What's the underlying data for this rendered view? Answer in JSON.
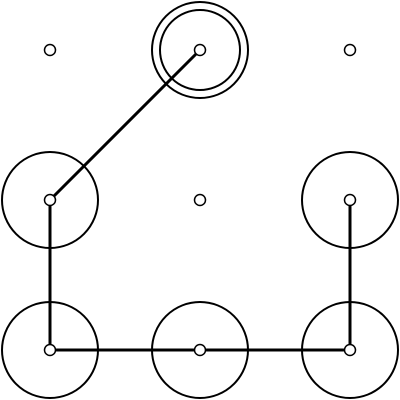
{
  "pattern_lock": {
    "grid": {
      "rows": 3,
      "cols": 3
    },
    "colors": {
      "stroke": "#000000",
      "background": "#ffffff"
    },
    "nodes": [
      {
        "id": 1,
        "row": 0,
        "col": 0,
        "selected": false,
        "current": false
      },
      {
        "id": 2,
        "row": 0,
        "col": 1,
        "selected": true,
        "current": true
      },
      {
        "id": 3,
        "row": 0,
        "col": 2,
        "selected": false,
        "current": false
      },
      {
        "id": 4,
        "row": 1,
        "col": 0,
        "selected": true,
        "current": false
      },
      {
        "id": 5,
        "row": 1,
        "col": 1,
        "selected": false,
        "current": false
      },
      {
        "id": 6,
        "row": 1,
        "col": 2,
        "selected": true,
        "current": false
      },
      {
        "id": 7,
        "row": 2,
        "col": 0,
        "selected": true,
        "current": false
      },
      {
        "id": 8,
        "row": 2,
        "col": 1,
        "selected": true,
        "current": false
      },
      {
        "id": 9,
        "row": 2,
        "col": 2,
        "selected": true,
        "current": false
      }
    ],
    "path": [
      6,
      9,
      8,
      7,
      4,
      2
    ]
  }
}
